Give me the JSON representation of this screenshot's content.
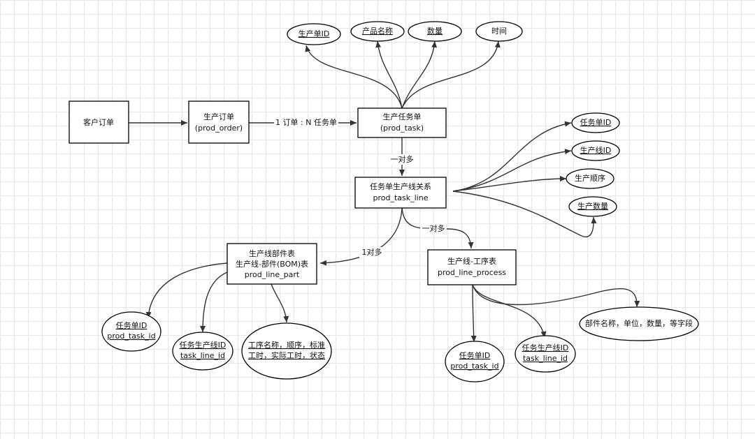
{
  "entities": {
    "customer_order": "客户订单",
    "prod_order": [
      "生产订单",
      "(prod_order)"
    ],
    "prod_task": [
      "生产任务单",
      "(prod_task)"
    ],
    "prod_task_line": [
      "任务单生产线关系",
      "prod_task_line"
    ],
    "prod_line_part": [
      "生产线部件表",
      "生产线-部件(BOM)表",
      "prod_line_part"
    ],
    "prod_line_process": [
      "生产线-工序表",
      "prod_line_process"
    ]
  },
  "attributes": {
    "task_order_id": "生产单ID",
    "task_product_name": "产品名称",
    "task_quantity": "数量",
    "task_time": "时间",
    "line_task_id": "任务单ID",
    "line_line_id": "生产线ID",
    "line_order": "生产顺序",
    "line_quantity": "生产数量",
    "part_task_id": [
      "任务单ID",
      "prod_task_id"
    ],
    "part_line_id": [
      "任务生产线ID",
      "task_line_id"
    ],
    "part_fields": [
      "工序名称，顺序，标准",
      "工时，实际工时，状态"
    ],
    "proc_task_id": [
      "任务单ID",
      "prod_task_id"
    ],
    "proc_line_id": [
      "任务生产线ID",
      "task_line_id"
    ],
    "proc_fields": "部件名称，单位，数量，等字段"
  },
  "relations": {
    "order_to_task": "1 订单 : N 任务单",
    "task_to_line": "一对多",
    "line_to_part": "1对多",
    "line_to_process": "一对多"
  }
}
